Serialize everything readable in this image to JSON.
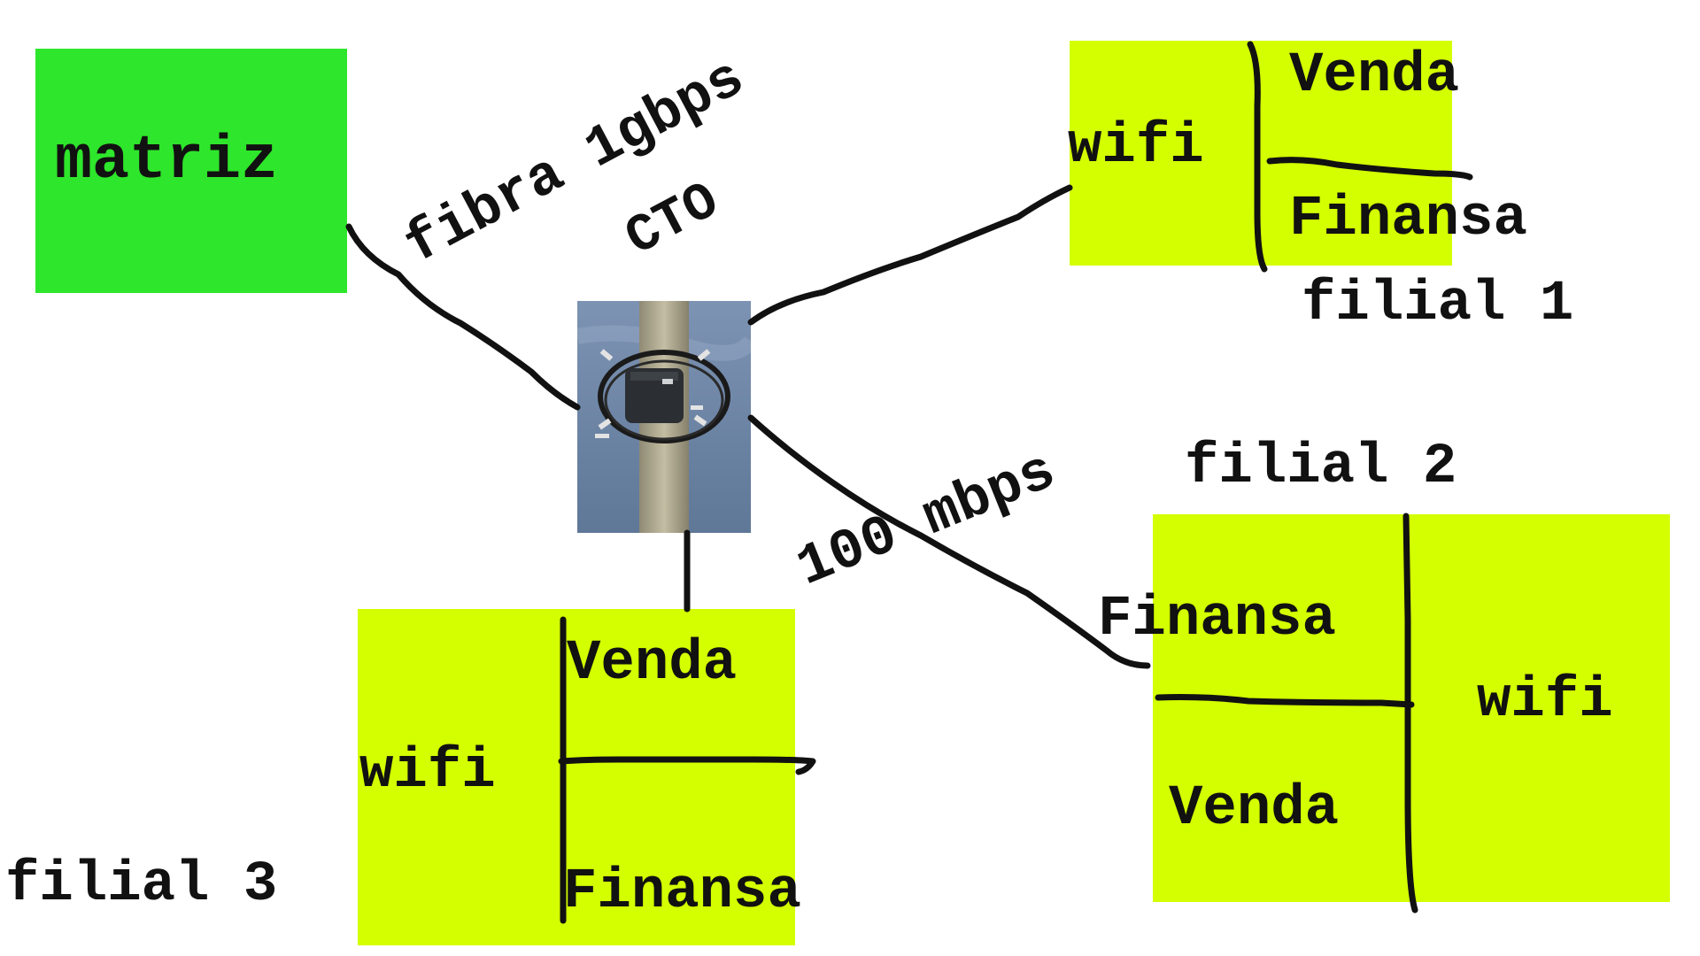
{
  "colors": {
    "matriz_fill": "#2ee62b",
    "filial_fill": "#d4ff00",
    "ink": "#111111"
  },
  "nodes": {
    "matriz": "matriz",
    "cto": "CTO",
    "filial1": {
      "title": "filial 1",
      "wifi": "wifi",
      "top": "Venda",
      "bottom": "Finansa"
    },
    "filial2": {
      "title": "filial 2",
      "wifi": "wifi",
      "top": "Finansa",
      "bottom": "Venda"
    },
    "filial3": {
      "title": "filial 3",
      "wifi": "wifi",
      "top": "Venda",
      "bottom": "Finansa"
    }
  },
  "links": {
    "matriz_cto": "fibra 1gbps",
    "cto_filial2": "100 mbps"
  },
  "icons": {
    "cto_image": "utility-pole-with-cto-box"
  }
}
